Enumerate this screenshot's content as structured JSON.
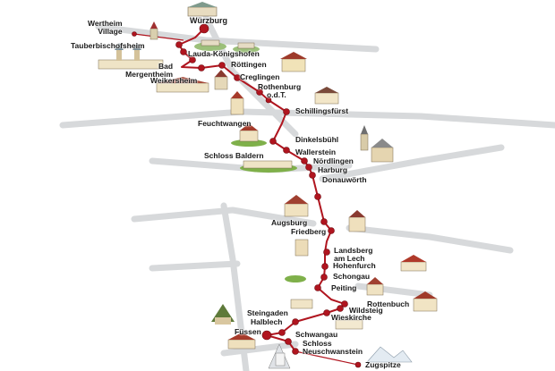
{
  "map": {
    "route_color": "#b0151f",
    "road_color": "#d7d9db",
    "places": {
      "wuerzburg": "Würzburg",
      "wertheim": "Wertheim",
      "wertheim_2": "Village",
      "tauberbischofsheim": "Tauberbischofsheim",
      "lauda": "Lauda-Königshofen",
      "bad": "Bad",
      "mergentheim": "Mergentheim",
      "roettingen": "Röttingen",
      "weikersheim": "Weikersheim",
      "creglingen": "Creglingen",
      "rothenburg": "Rothenburg",
      "rothenburg_2": "o.d.T.",
      "schillingsfuerst": "Schillingsfürst",
      "feuchtwangen": "Feuchtwangen",
      "dinkelsbuehl": "Dinkelsbühl",
      "schloss_baldern": "Schloss Baldern",
      "wallerstein": "Wallerstein",
      "noerdlingen": "Nördlingen",
      "harburg": "Harburg",
      "donauwoerth": "Donauwörth",
      "augsburg": "Augsburg",
      "friedberg": "Friedberg",
      "landsberg": "Landsberg",
      "landsberg_2": "am Lech",
      "hohenfurch": "Hohenfurch",
      "schongau": "Schongau",
      "peiting": "Peiting",
      "rottenbuch": "Rottenbuch",
      "wildsteig": "Wildsteig",
      "wieskirche": "Wieskirche",
      "steingaden": "Steingaden",
      "halblech": "Halblech",
      "fuessen": "Füssen",
      "schwangau": "Schwangau",
      "schloss": "Schloss",
      "neuschwanstein": "Neuschwanstein",
      "zugspitze": "Zugspitze"
    }
  }
}
